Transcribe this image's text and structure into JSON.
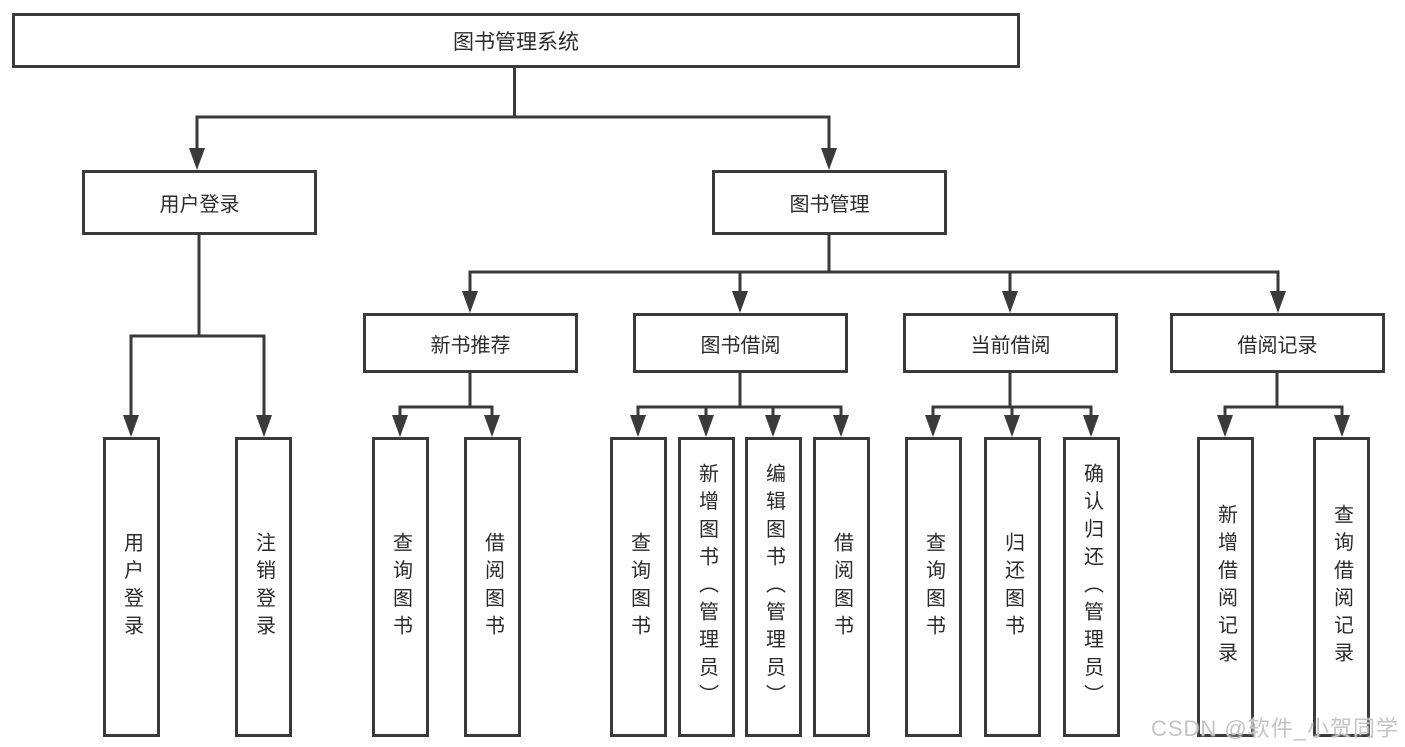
{
  "diagram": {
    "type": "hierarchy-tree",
    "watermark": "CSDN @软件_小贺同学",
    "colors": {
      "line": "#3a3a3a",
      "box_border": "#3a3a3a",
      "box_fill": "#ffffff",
      "text": "#2b2b2b",
      "watermark": "#c4c4c4",
      "background": "#ffffff"
    },
    "nodes": {
      "root": {
        "label": "图书管理系统"
      },
      "user_login": {
        "label": "用户登录"
      },
      "book_mgmt": {
        "label": "图书管理"
      },
      "new_book_rec": {
        "label": "新书推荐"
      },
      "book_borrow": {
        "label": "图书借阅"
      },
      "current_borrow": {
        "label": "当前借阅"
      },
      "borrow_record": {
        "label": "借阅记录"
      },
      "leaf_user_login": {
        "label": "用户登录"
      },
      "leaf_logout": {
        "label": "注销登录"
      },
      "leaf_query_book_1": {
        "label": "查询图书"
      },
      "leaf_borrow_book_1": {
        "label": "借阅图书"
      },
      "leaf_query_book_2": {
        "label": "查询图书"
      },
      "leaf_add_book": {
        "label": "新增图书（管理员）"
      },
      "leaf_edit_book": {
        "label": "编辑图书（管理员）"
      },
      "leaf_borrow_book_2": {
        "label": "借阅图书"
      },
      "leaf_query_book_3": {
        "label": "查询图书"
      },
      "leaf_return_book": {
        "label": "归还图书"
      },
      "leaf_confirm_return": {
        "label": "确认归还（管理员）"
      },
      "leaf_add_record": {
        "label": "新增借阅记录"
      },
      "leaf_query_record": {
        "label": "查询借阅记录"
      }
    },
    "edges": [
      "root->user_login",
      "root->book_mgmt",
      "user_login->leaf_user_login",
      "user_login->leaf_logout",
      "book_mgmt->new_book_rec",
      "book_mgmt->book_borrow",
      "book_mgmt->current_borrow",
      "book_mgmt->borrow_record",
      "new_book_rec->leaf_query_book_1",
      "new_book_rec->leaf_borrow_book_1",
      "book_borrow->leaf_query_book_2",
      "book_borrow->leaf_add_book",
      "book_borrow->leaf_edit_book",
      "book_borrow->leaf_borrow_book_2",
      "current_borrow->leaf_query_book_3",
      "current_borrow->leaf_return_book",
      "current_borrow->leaf_confirm_return",
      "borrow_record->leaf_add_record",
      "borrow_record->leaf_query_record"
    ]
  }
}
